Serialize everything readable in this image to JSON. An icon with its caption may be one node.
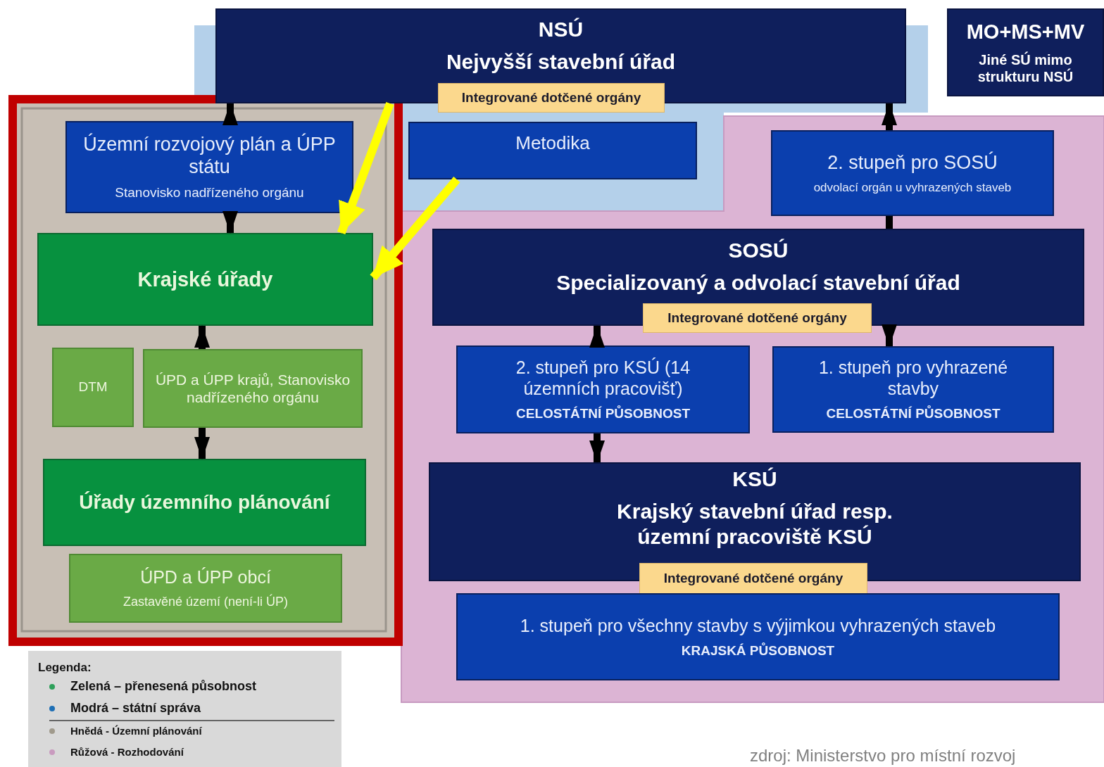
{
  "diagram": {
    "nodes": [
      {
        "text": [
          "NSÚ",
          "Nejvyšší stavební úřad"
        ]
      },
      {
        "text": [
          "Integrované dotčené orgány"
        ]
      },
      {
        "text": [
          "MO+MS+MV",
          "Jiné SÚ mimo strukturu NSÚ"
        ]
      },
      {
        "text": [
          "Územní rozvojový plán a ÚPP státu",
          "Stanovisko nadřízeného orgánu"
        ]
      },
      {
        "text": [
          "Metodika"
        ]
      },
      {
        "text": [
          "2. stupeň pro SOSÚ",
          "odvolací orgán u vyhrazených staveb"
        ]
      },
      {
        "text": [
          "Krajské úřady"
        ]
      },
      {
        "text": [
          "SOSÚ",
          "Specializovaný a odvolací stavební úřad"
        ]
      },
      {
        "text": [
          "Integrované dotčené orgány"
        ]
      },
      {
        "text": [
          "DTM"
        ]
      },
      {
        "text": [
          "ÚPD a ÚPP krajů, Stanovisko nadřízeného orgánu"
        ]
      },
      {
        "text": [
          "2. stupeň pro KSÚ (14 územních pracovišť)",
          "CELOSTÁTNÍ PŮSOBNOST"
        ]
      },
      {
        "text": [
          "1. stupeň pro vyhrazené stavby",
          "CELOSTÁTNÍ PŮSOBNOST"
        ]
      },
      {
        "text": [
          "Úřady územního plánování"
        ]
      },
      {
        "text": [
          "KSÚ",
          "Krajský stavební úřad resp. územní pracoviště KSÚ"
        ]
      },
      {
        "text": [
          "ÚPD a ÚPP obcí",
          "Zastavěné území (není-li ÚP)"
        ]
      },
      {
        "text": [
          "Integrované dotčené orgány"
        ]
      },
      {
        "text": [
          "1. stupeň pro všechny stavby s výjimkou vyhrazených staveb",
          "KRAJSKÁ PŮSOBNOST"
        ]
      }
    ],
    "edges": [
      {
        "from": 3,
        "to": 0,
        "arrow": "to"
      },
      {
        "from": 3,
        "to": 6,
        "arrow": "to"
      },
      {
        "from": 10,
        "to": 6,
        "arrow": "to"
      },
      {
        "from": 10,
        "to": 13,
        "arrow": "to"
      },
      {
        "from": 5,
        "to": 0,
        "arrow": "to"
      },
      {
        "from": 7,
        "to": 5,
        "arrow": "none"
      },
      {
        "from": 11,
        "to": 7,
        "arrow": "to"
      },
      {
        "from": 7,
        "to": 12,
        "arrow": "to"
      },
      {
        "from": 11,
        "to": 14,
        "arrow": "to"
      },
      {
        "from": 0,
        "to": 6,
        "arrow": "to",
        "color": "#ffff00"
      },
      {
        "from": 4,
        "to": 6,
        "arrow": "to",
        "color": "#ffff00"
      }
    ],
    "labels": [
      "Legenda:",
      "zdroj: Ministerstvo pro místní rozvoj"
    ],
    "legend": [
      {
        "text": "Zelená – přenesená působnost",
        "color": "#2ea05a"
      },
      {
        "text": "Modrá – státní správa",
        "color": "#1e6fb5"
      },
      {
        "text": "Hnědá - Územní plánování",
        "color": "#a09a8c"
      },
      {
        "text": "Růžová - Rozhodování",
        "color": "#c99bbf"
      }
    ]
  }
}
